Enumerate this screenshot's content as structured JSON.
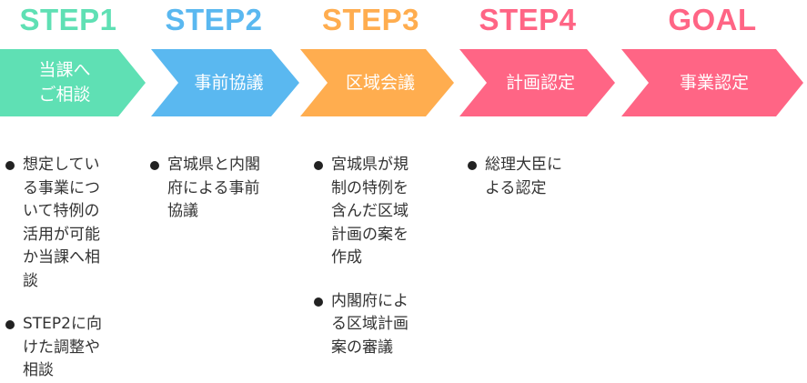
{
  "steps": [
    {
      "title": "STEP1",
      "color": "#5fe0b4",
      "arrow_text": "当課へ\nご相談",
      "bullets": [
        "想定してい\nる事業につ\nいて特例の\n活用が可能\nか当課へ相\n談",
        "STEP2に向\nけた調整や\n相談"
      ]
    },
    {
      "title": "STEP2",
      "color": "#5ab8f0",
      "arrow_text": "事前協議",
      "bullets": [
        "宮城県と内閣\n府による事前\n協議"
      ]
    },
    {
      "title": "STEP3",
      "color": "#ffad4f",
      "arrow_text": "区域会議",
      "bullets": [
        "宮城県が規\n制の特例を\n含んだ区域\n計画の案を\n作成",
        "内閣府によ\nる区域計画\n案の審議"
      ]
    },
    {
      "title": "STEP4",
      "color": "#ff6585",
      "arrow_text": "計画認定",
      "bullets": [
        "総理大臣に\nよる認定"
      ]
    },
    {
      "title": "GOAL",
      "color": "#ff6585",
      "arrow_text": "事業認定",
      "bullets": []
    }
  ]
}
